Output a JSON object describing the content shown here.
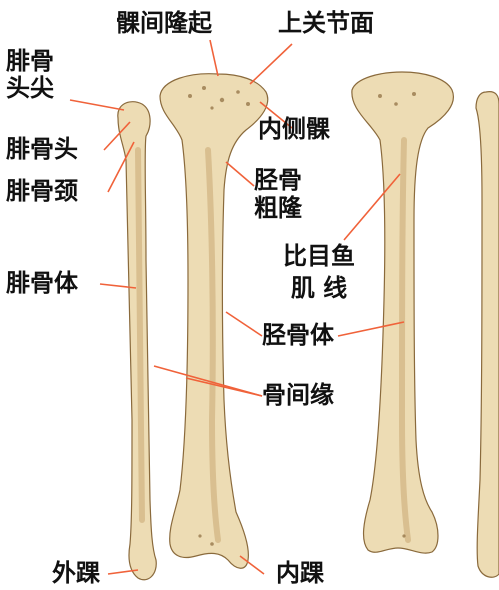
{
  "colors": {
    "bone_fill": "#eddcb4",
    "bone_shade": "#c9a873",
    "bone_outline": "#8a6a3c",
    "leader_line": "#f0623a",
    "label_text": "#111111",
    "background": "#ffffff"
  },
  "labels": {
    "fibula_head_apex": "腓骨头尖",
    "fibula_head": "腓骨头",
    "fibula_neck": "腓骨颈",
    "fibula_body": "腓骨体",
    "lateral_malleolus": "外踝",
    "intercondylar_eminence": "髁间隆起",
    "superior_articular_surface": "上关节面",
    "medial_condyle": "内侧髁",
    "tibial_tuberosity": "胫骨粗隆",
    "soleal_line": "比目鱼肌 线",
    "tibia_body": "胫骨体",
    "interosseous_border": "骨间缘",
    "medial_malleolus": "内踝"
  }
}
